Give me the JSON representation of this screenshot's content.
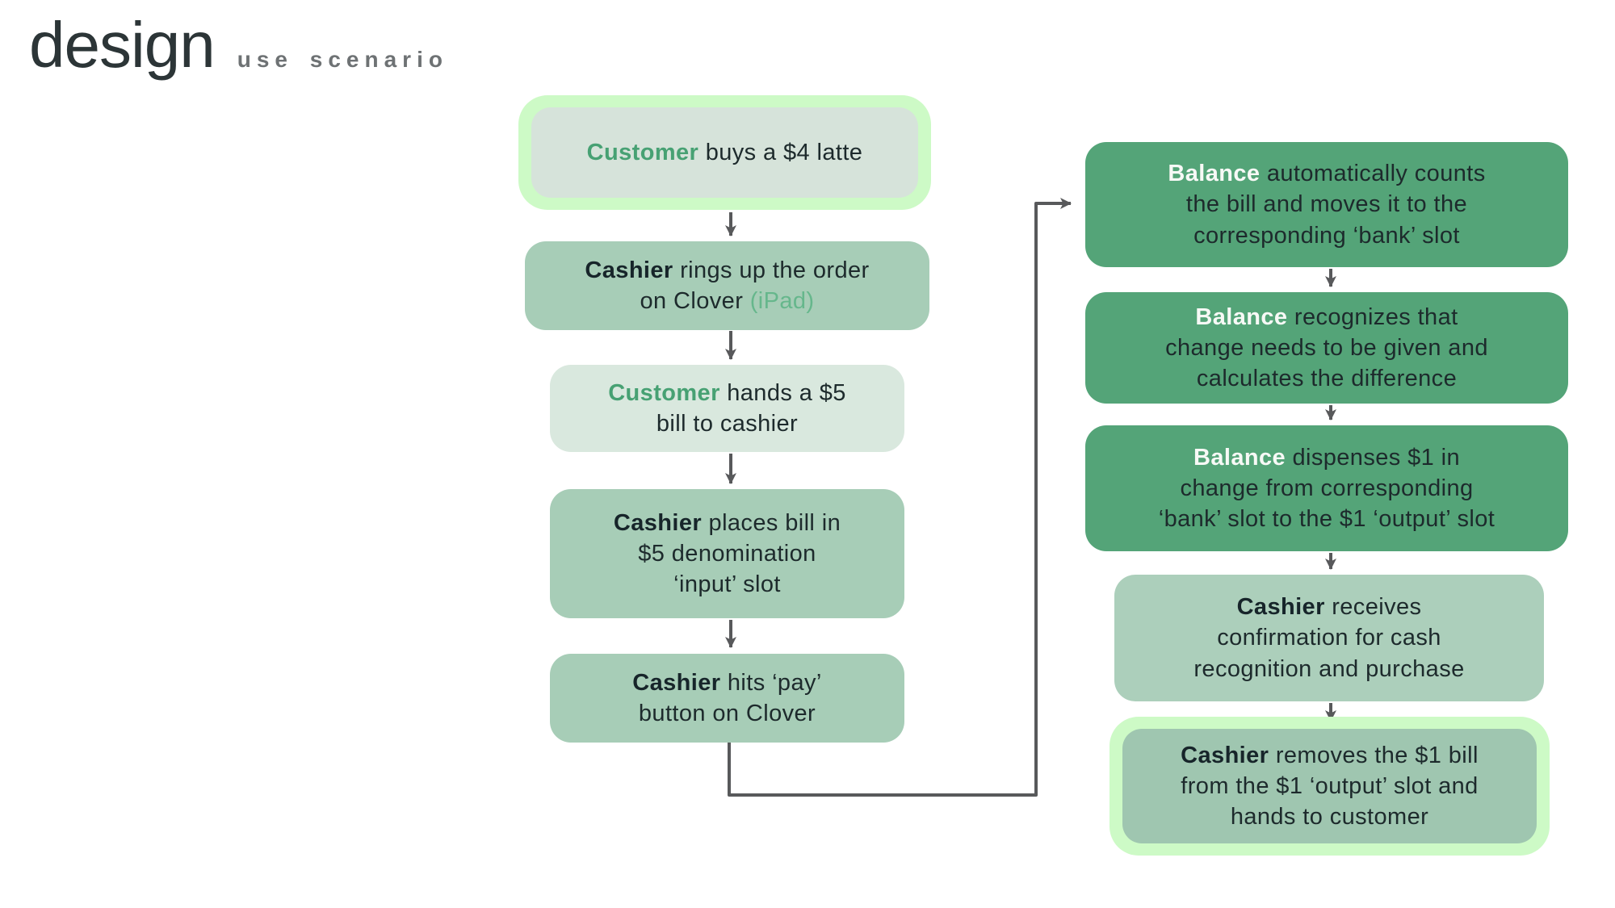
{
  "slide": {
    "title": "design",
    "subtitle": "use scenario"
  },
  "colors": {
    "box_green_dark": "#54a478",
    "box_green_medium": "#a7cdb7",
    "box_green_pale": "#d9e8de",
    "highlight_glow_green": "#cdfac6",
    "lead_green": "#47a173",
    "ipad_accent_green": "#66b78c",
    "text_dark": "#1d2a2c",
    "balance_lead_white": "#f7f9f6",
    "arrow_gray": "#58595b",
    "title_dark": "#2c3537",
    "subtitle_gray": "#6e7274"
  },
  "flow": {
    "left_column": [
      {
        "lead": "Customer",
        "body": " buys a $4 latte"
      },
      {
        "lead": "Cashier",
        "body": " rings up the order\non Clover ",
        "accent": "(iPad)"
      },
      {
        "lead": "Customer",
        "body": " hands a $5\nbill to cashier"
      },
      {
        "lead": "Cashier",
        "body": " places bill in\n$5 denomination\n‘input’ slot"
      },
      {
        "lead": "Cashier",
        "body": " hits ‘pay’\nbutton on Clover"
      }
    ],
    "right_column": [
      {
        "lead": "Balance",
        "body": " automatically counts\nthe bill and moves it to the\ncorresponding ‘bank’ slot"
      },
      {
        "lead": "Balance",
        "body": " recognizes that\nchange needs to be given and\ncalculates the difference"
      },
      {
        "lead": "Balance",
        "body": " dispenses $1 in\nchange from corresponding\n‘bank’ slot to the $1 ‘output’ slot"
      },
      {
        "lead": "Cashier",
        "body": " receives\nconfirmation for cash\nrecognition and purchase"
      },
      {
        "lead": "Cashier",
        "body": " removes the $1 bill\nfrom the $1 ‘output’ slot and\nhands to customer"
      }
    ]
  }
}
